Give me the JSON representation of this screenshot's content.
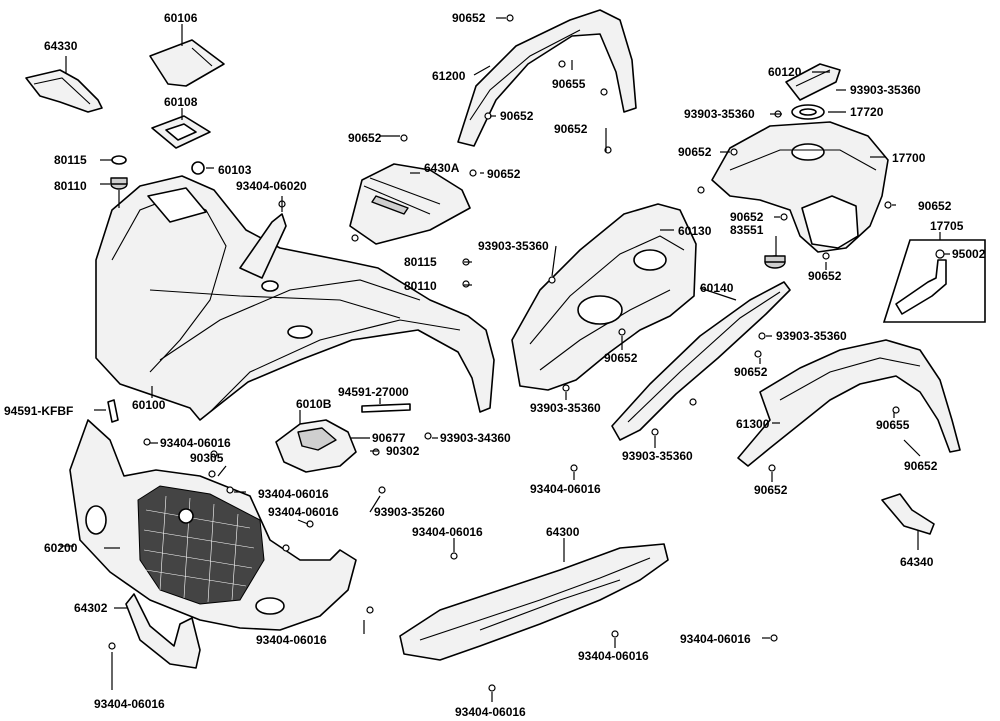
{
  "diagram": {
    "part_labels": {
      "p64330": "64330",
      "p60106": "60106",
      "p60108": "60108",
      "p80115a": "80115",
      "p80110a": "80110",
      "p60103": "60103",
      "p93404_06020": "93404-06020",
      "p90652_top": "90652",
      "p61200": "61200",
      "p90655a": "90655",
      "p90652_b": "90652",
      "p90652_c": "90652",
      "p90652_d": "90652",
      "p6430A": "6430A",
      "p90652_e": "90652",
      "p60120": "60120",
      "p93903_35360a": "93903-35360",
      "p93903_35360b": "93903-35360",
      "p17720": "17720",
      "p90652_f": "90652",
      "p17700": "17700",
      "p90652_g": "90652",
      "p90652_h": "90652",
      "p83551": "83551",
      "p17705": "17705",
      "p95002": "95002",
      "p90652_i": "90652",
      "p93903_35360c": "93903-35360",
      "p60130": "60130",
      "p80115b": "80115",
      "p80110b": "80110",
      "p60140": "60140",
      "p93903_35360d": "93903-35360",
      "p90652_j": "90652",
      "p90652_k": "90652",
      "p60100": "60100",
      "p94591_27000": "94591-27000",
      "p93903_35360e": "93903-35360",
      "p61300": "61300",
      "p90655b": "90655",
      "p94591_KFBF": "94591-KFBF",
      "p6010B": "6010B",
      "p90677": "90677",
      "p93903_34360": "93903-34360",
      "p93903_35360f": "93903-35360",
      "p90652_l": "90652",
      "p90652_m": "90652",
      "p93404_06016a": "93404-06016",
      "p90305": "90305",
      "p90302": "90302",
      "p93404_06016b": "93404-06016",
      "p93404_06016c": "93404-06016",
      "p93404_06016d": "93404-06016",
      "p93903_35260": "93903-35260",
      "p93404_06016e": "93404-06016",
      "p64300": "64300",
      "p60200": "60200",
      "p64340": "64340",
      "p64302": "64302",
      "p93404_06016f": "93404-06016",
      "p93404_06016g": "93404-06016",
      "p93404_06016h": "93404-06016",
      "p93404_06016i": "93404-06016",
      "p93404_06016j": "93404-06016"
    }
  }
}
